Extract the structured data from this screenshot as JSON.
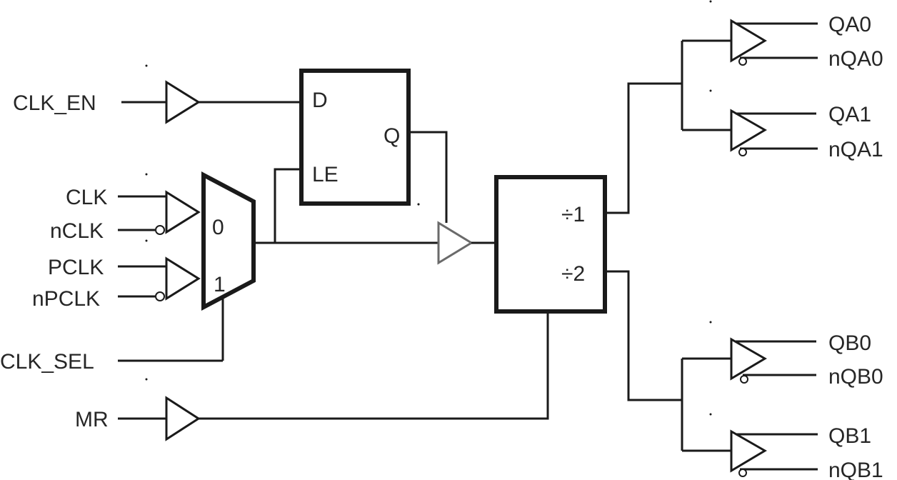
{
  "diagram": {
    "inputs": {
      "clk_en": "CLK_EN",
      "clk": "CLK",
      "nclk": "nCLK",
      "pclk": "PCLK",
      "npclk": "nPCLK",
      "clk_sel": "CLK_SEL",
      "mr": "MR"
    },
    "latch": {
      "d": "D",
      "le": "LE",
      "q": "Q"
    },
    "mux": {
      "in0": "0",
      "in1": "1"
    },
    "divider": {
      "div1": "÷1",
      "div2": "÷2"
    },
    "outputs": {
      "qa0": "QA0",
      "nqa0": "nQA0",
      "qa1": "QA1",
      "nqa1": "nQA1",
      "qb0": "QB0",
      "nqb0": "nQB0",
      "qb1": "QB1",
      "nqb1": "nQB1"
    }
  }
}
